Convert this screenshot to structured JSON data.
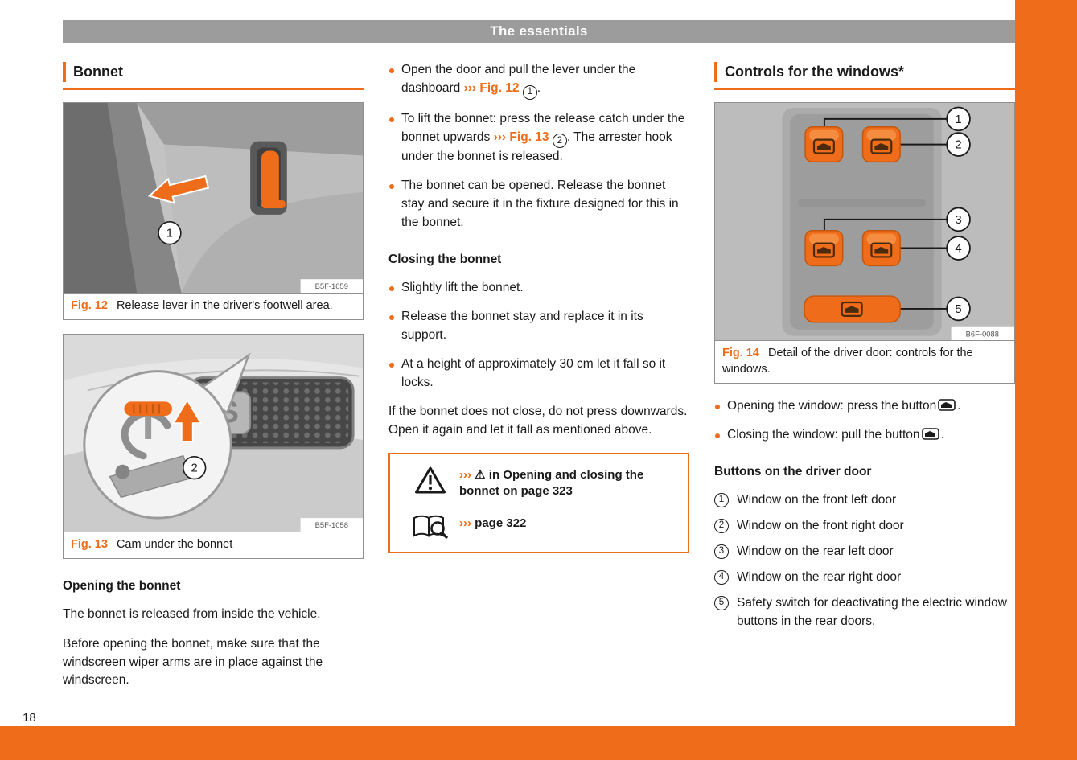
{
  "colors": {
    "accent": "#ee6c1a",
    "header_bar": "#9c9c9c"
  },
  "icons": {
    "warning_inline": "⚠"
  },
  "page": {
    "header_title": "The essentials",
    "number": "18"
  },
  "bonnet": {
    "title": "Bonnet",
    "fig12": {
      "label": "Fig. 12",
      "caption": "Release lever in the driver's footwell area.",
      "code": "B5F-1059",
      "callout": "1"
    },
    "fig13": {
      "label": "Fig. 13",
      "caption": "Cam under the bonnet",
      "code": "B5F-1058",
      "callout": "2"
    },
    "opening_heading": "Opening the bonnet",
    "opening_para1": "The bonnet is released from inside the vehicle.",
    "opening_para2": "Before opening the bonnet, make sure that the windscreen wiper arms are in place against the windscreen."
  },
  "middle": {
    "bullet1": {
      "pre": "Open the door and pull the lever under the dashboard ",
      "arrows": "›››",
      "ref": "Fig. 12",
      "num": "1",
      "post": "."
    },
    "bullet2": {
      "pre": "To lift the bonnet: press the release catch under the bonnet upwards ",
      "arrows": "›››",
      "ref": "Fig. 13",
      "num": "2",
      "post": ". The arrester hook under the bonnet is released."
    },
    "bullet3": "The bonnet can be opened. Release the bonnet stay and secure it in the fixture designed for this in the bonnet.",
    "closing_heading": "Closing the bonnet",
    "closing_bullets": [
      "Slightly lift the bonnet.",
      "Release the bonnet stay and replace it in its support.",
      "At a height of approximately 30 cm let it fall so it locks."
    ],
    "note_para": "If the bonnet does not close, do not press downwards. Open it again and let it fall as mentioned above.",
    "warning": {
      "row1_arrows": "›››",
      "row1_text": "in Opening and closing the bonnet on page 323",
      "row2_arrows": "›››",
      "row2_text": "page 322"
    }
  },
  "windows": {
    "title": "Controls for the windows*",
    "fig14": {
      "label": "Fig. 14",
      "caption": "Detail of the driver door: controls for the windows.",
      "code": "B6F-0088",
      "callouts": [
        "1",
        "2",
        "3",
        "4",
        "5"
      ]
    },
    "bullet_open_pre": "Opening the window: press the button",
    "bullet_open_post": ".",
    "bullet_close_pre": "Closing the window: pull the button",
    "bullet_close_post": ".",
    "buttons_heading": "Buttons on the driver door",
    "items": [
      {
        "num": "1",
        "text": "Window on the front left door"
      },
      {
        "num": "2",
        "text": "Window on the front right door"
      },
      {
        "num": "3",
        "text": "Window on the rear left door"
      },
      {
        "num": "4",
        "text": "Window on the rear right door"
      },
      {
        "num": "5",
        "text": "Safety switch for deactivating the electric window buttons in the rear doors."
      }
    ]
  }
}
